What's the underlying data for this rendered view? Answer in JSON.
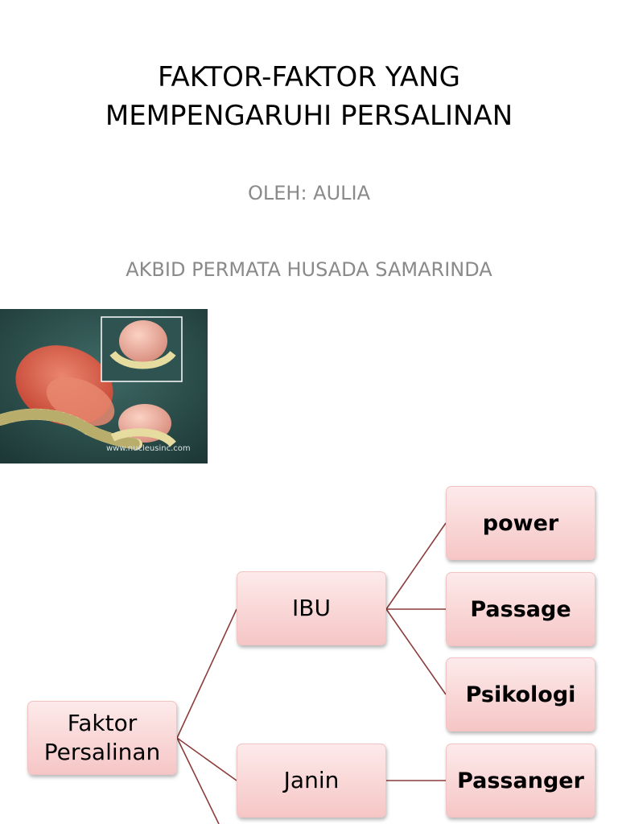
{
  "title": {
    "line1": "FAKTOR-FAKTOR YANG",
    "line2": "MEMPENGARUHI PERSALINAN"
  },
  "subtitle": {
    "author": "OLEH: AULIA",
    "institution": "AKBID PERMATA HUSADA SAMARINDA"
  },
  "image": {
    "watermark": "www.nucleusinc.com"
  },
  "diagram": {
    "root": {
      "line1": "Faktor",
      "line2": "Persalinan"
    },
    "ibu": "IBU",
    "janin": "Janin",
    "power": "power",
    "passage": "Passage",
    "psikologi": "Psikologi",
    "passanger": "Passanger"
  },
  "colors": {
    "box_fill_top": "#fdeaea",
    "box_fill_bottom": "#f6c6c6",
    "connector": "#8c3c3c",
    "subtitle": "#8a8a8a"
  }
}
